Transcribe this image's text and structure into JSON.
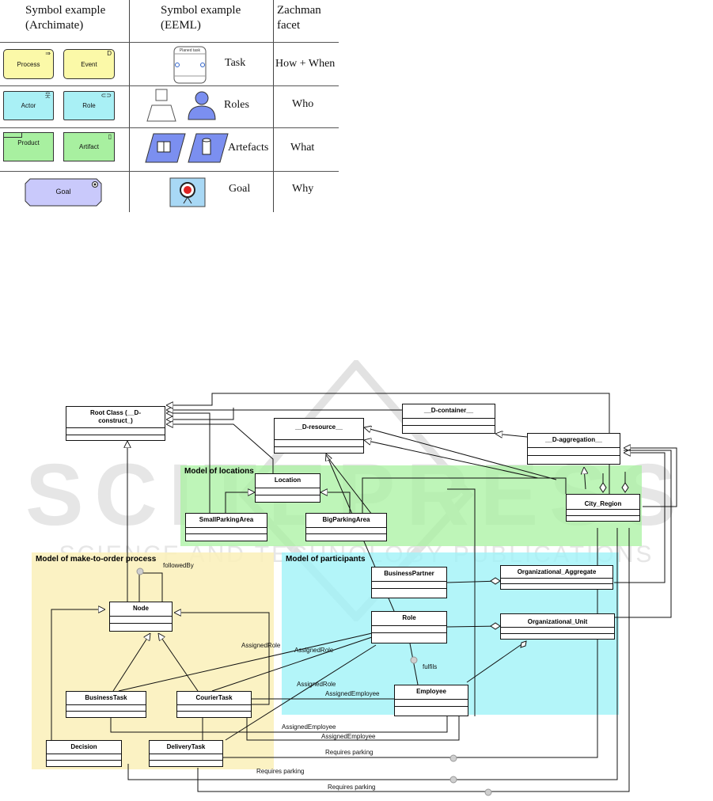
{
  "table": {
    "headers": [
      "Symbol example\n(Archimate)",
      "Symbol example\n(EEML)",
      "Zachman\nfacet"
    ],
    "rows": [
      {
        "archimate": [
          "Process",
          "Event"
        ],
        "eeml_label": "Task",
        "eeml_icon_text": "Planed task",
        "facet": "How + When"
      },
      {
        "archimate": [
          "Actor",
          "Role"
        ],
        "eeml_label": "Roles",
        "facet": "Who"
      },
      {
        "archimate": [
          "Product",
          "Artifact"
        ],
        "eeml_label": "Artefacts",
        "facet": "What"
      },
      {
        "archimate": [
          "Goal"
        ],
        "eeml_label": "Goal",
        "facet": "Why"
      }
    ],
    "colors": {
      "yellow": "#fbf9a8",
      "cyan": "#a9f0f5",
      "green": "#a8f0a0",
      "goal": "#c9c9fb",
      "eeml_blue": "#7b8ff0"
    }
  },
  "diagram": {
    "regions": {
      "locations": {
        "label": "Model of locations",
        "color": "#b8f5b0"
      },
      "process": {
        "label": "Model of make-to-order process",
        "color": "#fbf3c0"
      },
      "participants": {
        "label": "Model of participants",
        "color": "#a8f3f8"
      }
    },
    "classes": {
      "root": "Root Class (__D-\nconstruct_)",
      "d_container": "__D-container__",
      "d_resource": "__D-resource__",
      "d_aggregation": "__D-aggregation__",
      "location": "Location",
      "small_parking": "SmallParkingArea",
      "big_parking": "BigParkingArea",
      "city_region": "City_Region",
      "business_partner": "BusinessPartner",
      "org_aggregate": "Organizational_Aggregate",
      "role": "Role",
      "org_unit": "Organizational_Unit",
      "employee": "Employee",
      "node": "Node",
      "business_task": "BusinessTask",
      "courier_task": "CourierTask",
      "decision": "Decision",
      "delivery_task": "DeliveryTask"
    },
    "edge_labels": {
      "followed_by": "followedBy",
      "assigned_role_1": "AssignedRole",
      "assigned_role_2": "AssignedRole",
      "assigned_role_3": "AssignedRole",
      "fulfils": "fulfils",
      "assigned_employee_1": "AssignedEmployee",
      "assigned_employee_2": "AssignedEmployee",
      "assigned_employee_3": "AssignedEmployee",
      "requires_parking_1": "Requires parking",
      "requires_parking_2": "Requires parking",
      "requires_parking_3": "Requires parking"
    },
    "watermark": {
      "line1": "SCITEPRESS",
      "line2": "SCIENCE AND TECHNOLOGY PUBLICATIONS"
    }
  }
}
